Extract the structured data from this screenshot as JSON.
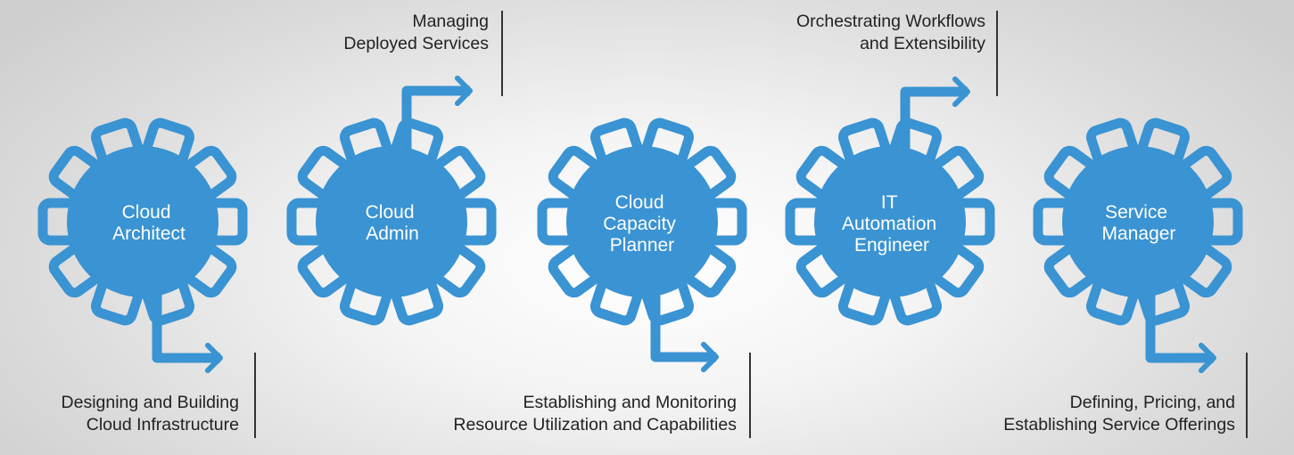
{
  "colors": {
    "gear": "#3a93d2",
    "text": "#222222",
    "divider": "#333333"
  },
  "roles": [
    {
      "name_lines": [
        "Cloud",
        "Architect"
      ],
      "description_lines": [
        "Designing and Building",
        "Cloud Infrastructure"
      ],
      "arrow": "down"
    },
    {
      "name_lines": [
        "Cloud",
        "Admin"
      ],
      "description_lines": [
        "Managing",
        "Deployed Services"
      ],
      "arrow": "up"
    },
    {
      "name_lines": [
        "Cloud",
        "Capacity",
        "Planner"
      ],
      "description_lines": [
        "Establishing and Monitoring",
        "Resource Utilization and Capabilities"
      ],
      "arrow": "down"
    },
    {
      "name_lines": [
        "IT",
        "Automation",
        "Engineer"
      ],
      "description_lines": [
        "Orchestrating Workflows",
        "and Extensibility"
      ],
      "arrow": "up"
    },
    {
      "name_lines": [
        "Service",
        "Manager"
      ],
      "description_lines": [
        "Defining, Pricing, and",
        "Establishing Service Offerings"
      ],
      "arrow": "down"
    }
  ]
}
